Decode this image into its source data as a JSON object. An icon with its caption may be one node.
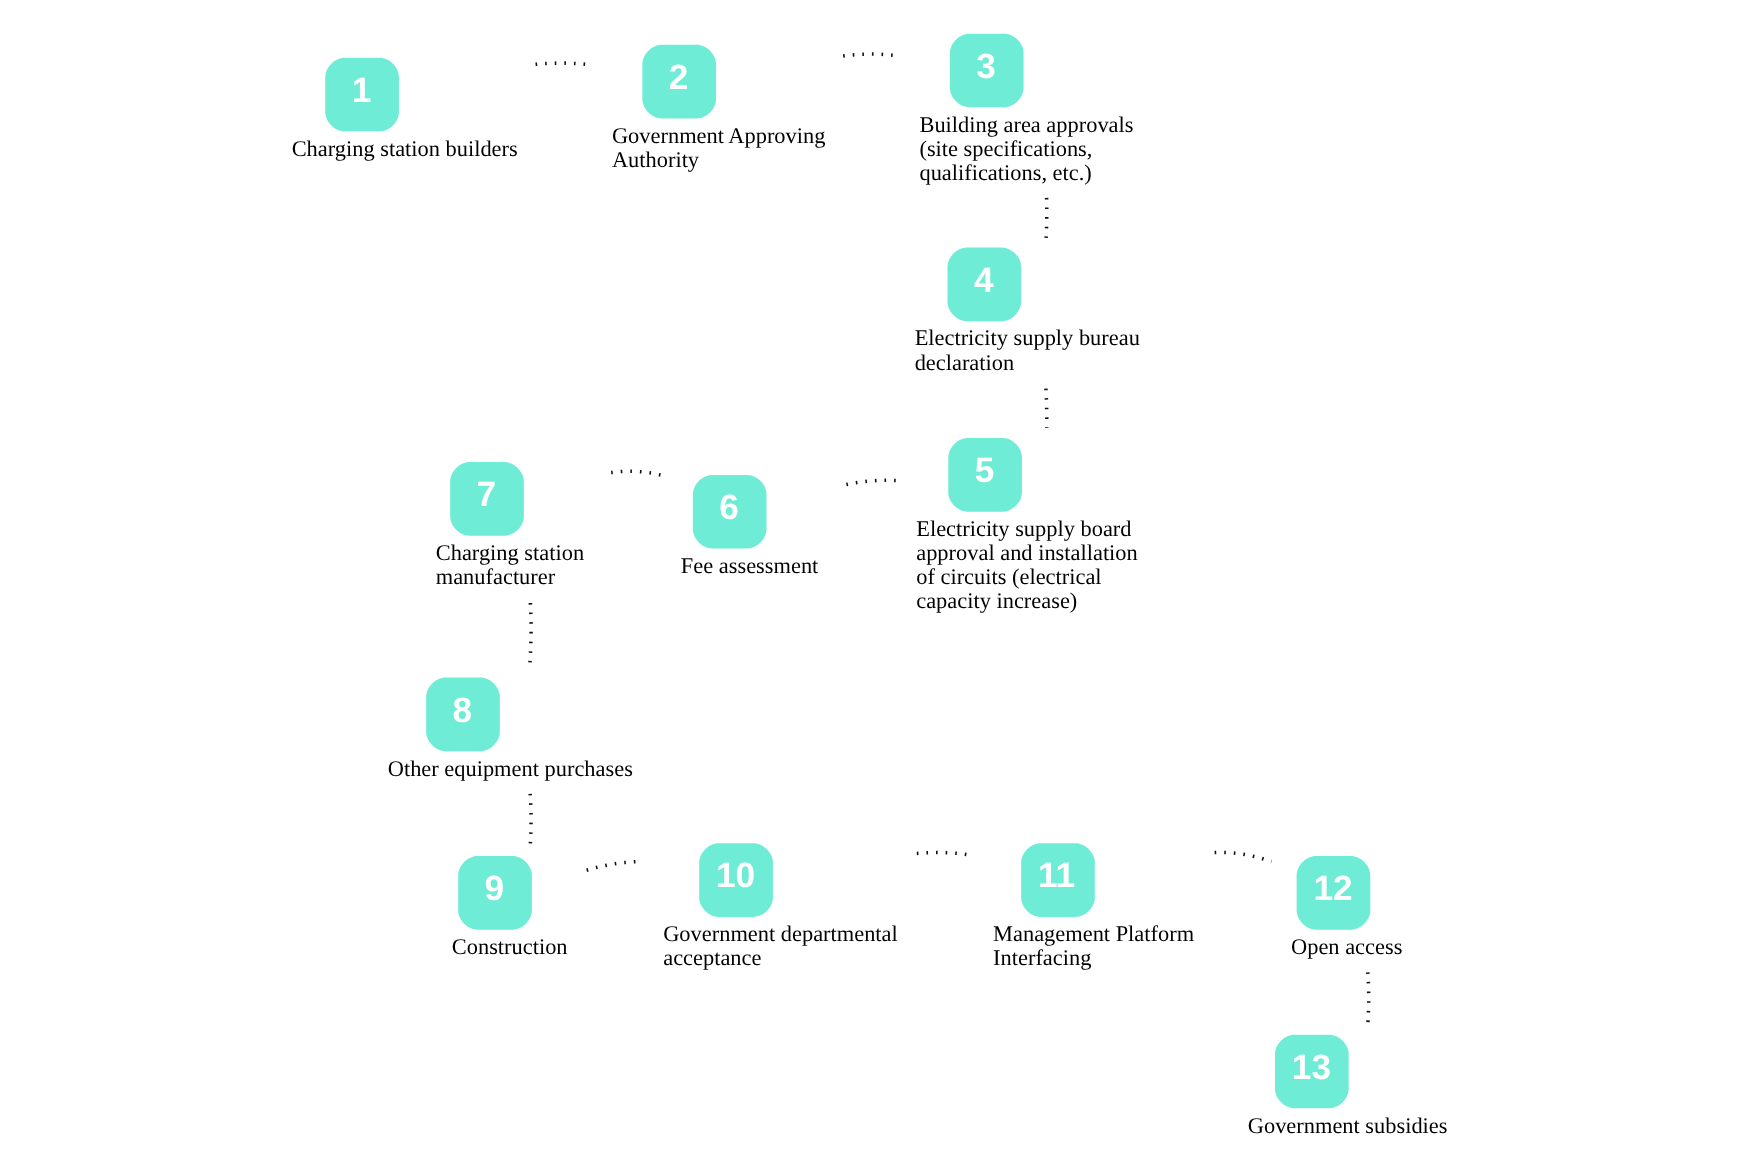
{
  "diagram": {
    "nodes": [
      {
        "text": [
          "1"
        ],
        "beside": [
          "Charging station builders"
        ]
      },
      {
        "text": [
          "2"
        ],
        "beside": [
          "Government Approving Authority"
        ]
      },
      {
        "text": [
          "3"
        ],
        "beside": [
          "Building area approvals (site specifications, qualifications, etc.)"
        ]
      },
      {
        "text": [
          "4"
        ],
        "beside": [
          "Electricity supply bureau declaration"
        ]
      },
      {
        "text": [
          "5"
        ],
        "beside": [
          "Electricity supply board approval and installation of circuits (electrical capacity increase)"
        ]
      },
      {
        "text": [
          "6"
        ],
        "beside": [
          "Fee assessment"
        ]
      },
      {
        "text": [
          "7"
        ],
        "beside": [
          "Charging station manufacturer"
        ]
      },
      {
        "text": [
          "8"
        ],
        "beside": [
          "Other equipment purchases"
        ]
      },
      {
        "text": [
          "9"
        ],
        "beside": [
          "Construction"
        ]
      },
      {
        "text": [
          "10"
        ],
        "beside": [
          "Government departmental acceptance"
        ]
      },
      {
        "text": [
          "11"
        ],
        "beside": [
          "Management Platform Interfacing"
        ]
      },
      {
        "text": [
          "12"
        ],
        "beside": [
          "Open access"
        ]
      },
      {
        "text": [
          "13"
        ],
        "beside": [
          "Government subsidies"
        ]
      }
    ],
    "edges": [
      {
        "from": 0,
        "to": 1,
        "arrow": "none"
      },
      {
        "from": 1,
        "to": 2,
        "arrow": "none"
      },
      {
        "from": 2,
        "to": 3,
        "arrow": "none"
      },
      {
        "from": 3,
        "to": 4,
        "arrow": "none"
      },
      {
        "from": 4,
        "to": 5,
        "arrow": "none"
      },
      {
        "from": 5,
        "to": 6,
        "arrow": "none"
      },
      {
        "from": 6,
        "to": 7,
        "arrow": "none"
      },
      {
        "from": 7,
        "to": 8,
        "arrow": "none"
      },
      {
        "from": 8,
        "to": 9,
        "arrow": "none"
      },
      {
        "from": 9,
        "to": 10,
        "arrow": "none"
      },
      {
        "from": 10,
        "to": 11,
        "arrow": "none"
      },
      {
        "from": 11,
        "to": 12,
        "arrow": "none"
      }
    ]
  }
}
